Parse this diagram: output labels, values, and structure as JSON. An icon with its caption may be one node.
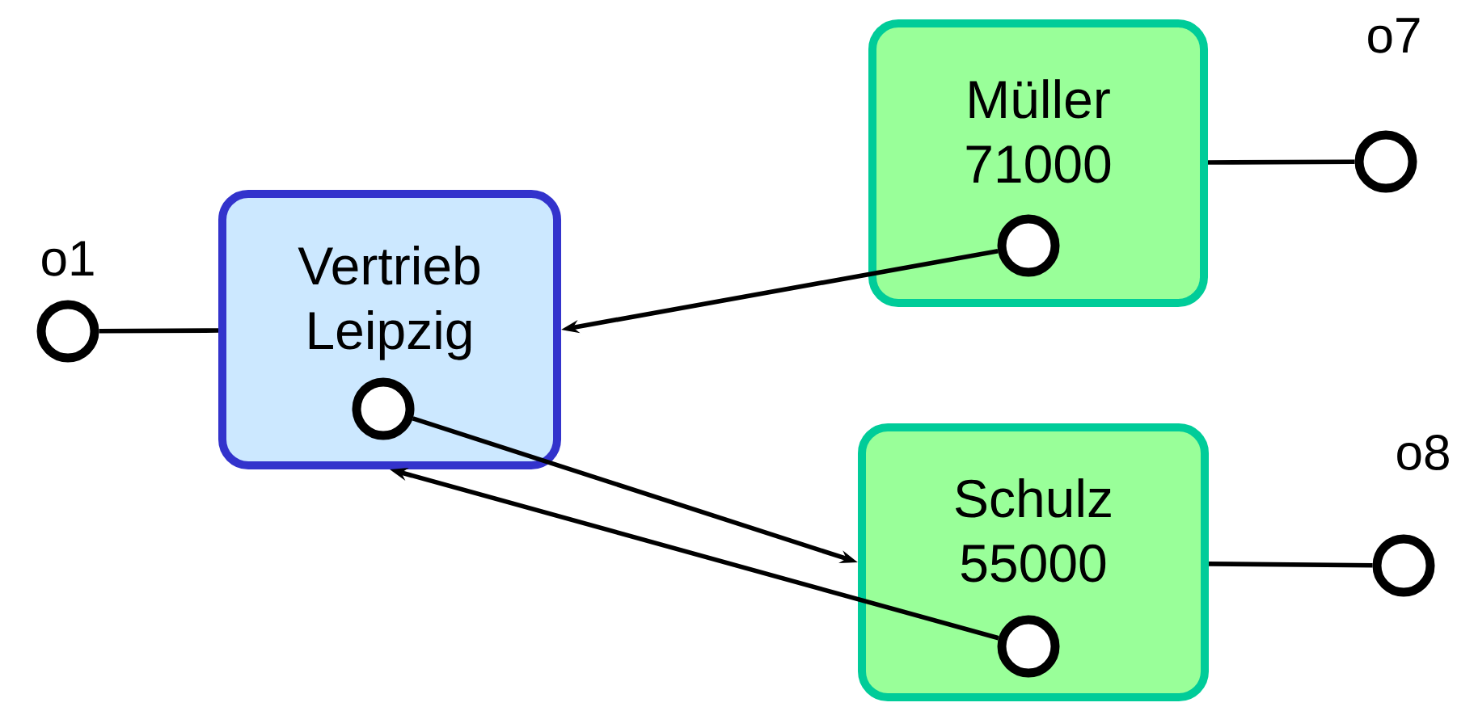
{
  "diagram": {
    "nodes": [
      {
        "text": [
          "Vertrieb Leipzig"
        ]
      },
      {
        "text": [
          "Müller 71000"
        ]
      },
      {
        "text": [
          "Schulz 55000"
        ]
      },
      {
        "text": [],
        "shape": "circle",
        "beside": [
          "o1"
        ]
      },
      {
        "text": [],
        "shape": "circle",
        "in": 0
      },
      {
        "text": [],
        "shape": "circle",
        "in": 1
      },
      {
        "text": [],
        "shape": "circle",
        "in": 2
      },
      {
        "text": [],
        "shape": "circle",
        "beside": [
          "o7"
        ]
      },
      {
        "text": [],
        "shape": "circle",
        "beside": [
          "o8"
        ]
      }
    ],
    "edges": [
      {
        "from": 3,
        "to": 0,
        "arrow": "none"
      },
      {
        "from": 5,
        "to": 0,
        "arrow": "to"
      },
      {
        "from": 4,
        "to": 2,
        "arrow": "to"
      },
      {
        "from": 6,
        "to": 0,
        "arrow": "to"
      },
      {
        "from": 1,
        "to": 7,
        "arrow": "none"
      },
      {
        "from": 2,
        "to": 8,
        "arrow": "none"
      }
    ]
  }
}
